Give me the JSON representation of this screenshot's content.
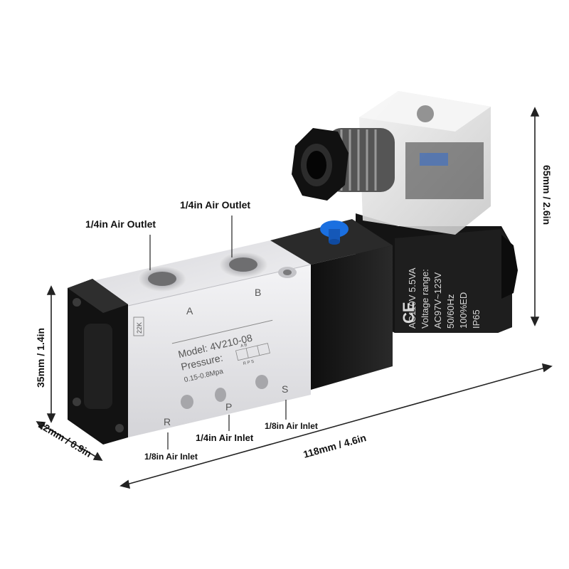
{
  "callouts": {
    "outlet_left": "1/4in Air Outlet",
    "outlet_right": "1/4in Air Outlet",
    "inlet_r": "1/8in Air Inlet",
    "inlet_p": "1/4in Air Inlet",
    "inlet_s": "1/8in Air Inlet"
  },
  "dimensions": {
    "height_body": "35mm / 1.4in",
    "depth": "22mm / 0.9in",
    "length": "118mm / 4.6in",
    "height_total": "65mm / 2.6in"
  },
  "valve_body": {
    "model": "Model: 4V210-08",
    "pressure_label": "Pressure:",
    "pressure_range": "0.15-0.8Mpa",
    "port_a": "A",
    "port_b": "B",
    "port_r": "R",
    "port_p": "P",
    "port_s": "S",
    "badge": "22K",
    "symbol_ab": "A B",
    "symbol_rps": "R P S"
  },
  "coil": {
    "line1": "AC110V  5.5VA",
    "line2": "Voltage range:",
    "line3": "AC97V~123V",
    "line4": "50/60Hz",
    "line5": "100%ED",
    "line6": "IP65",
    "mark": "CE"
  },
  "colors": {
    "aluminum": "#e6e6e8",
    "black_part": "#161616",
    "blue_knob": "#1a6fe0",
    "text": "#111111"
  }
}
